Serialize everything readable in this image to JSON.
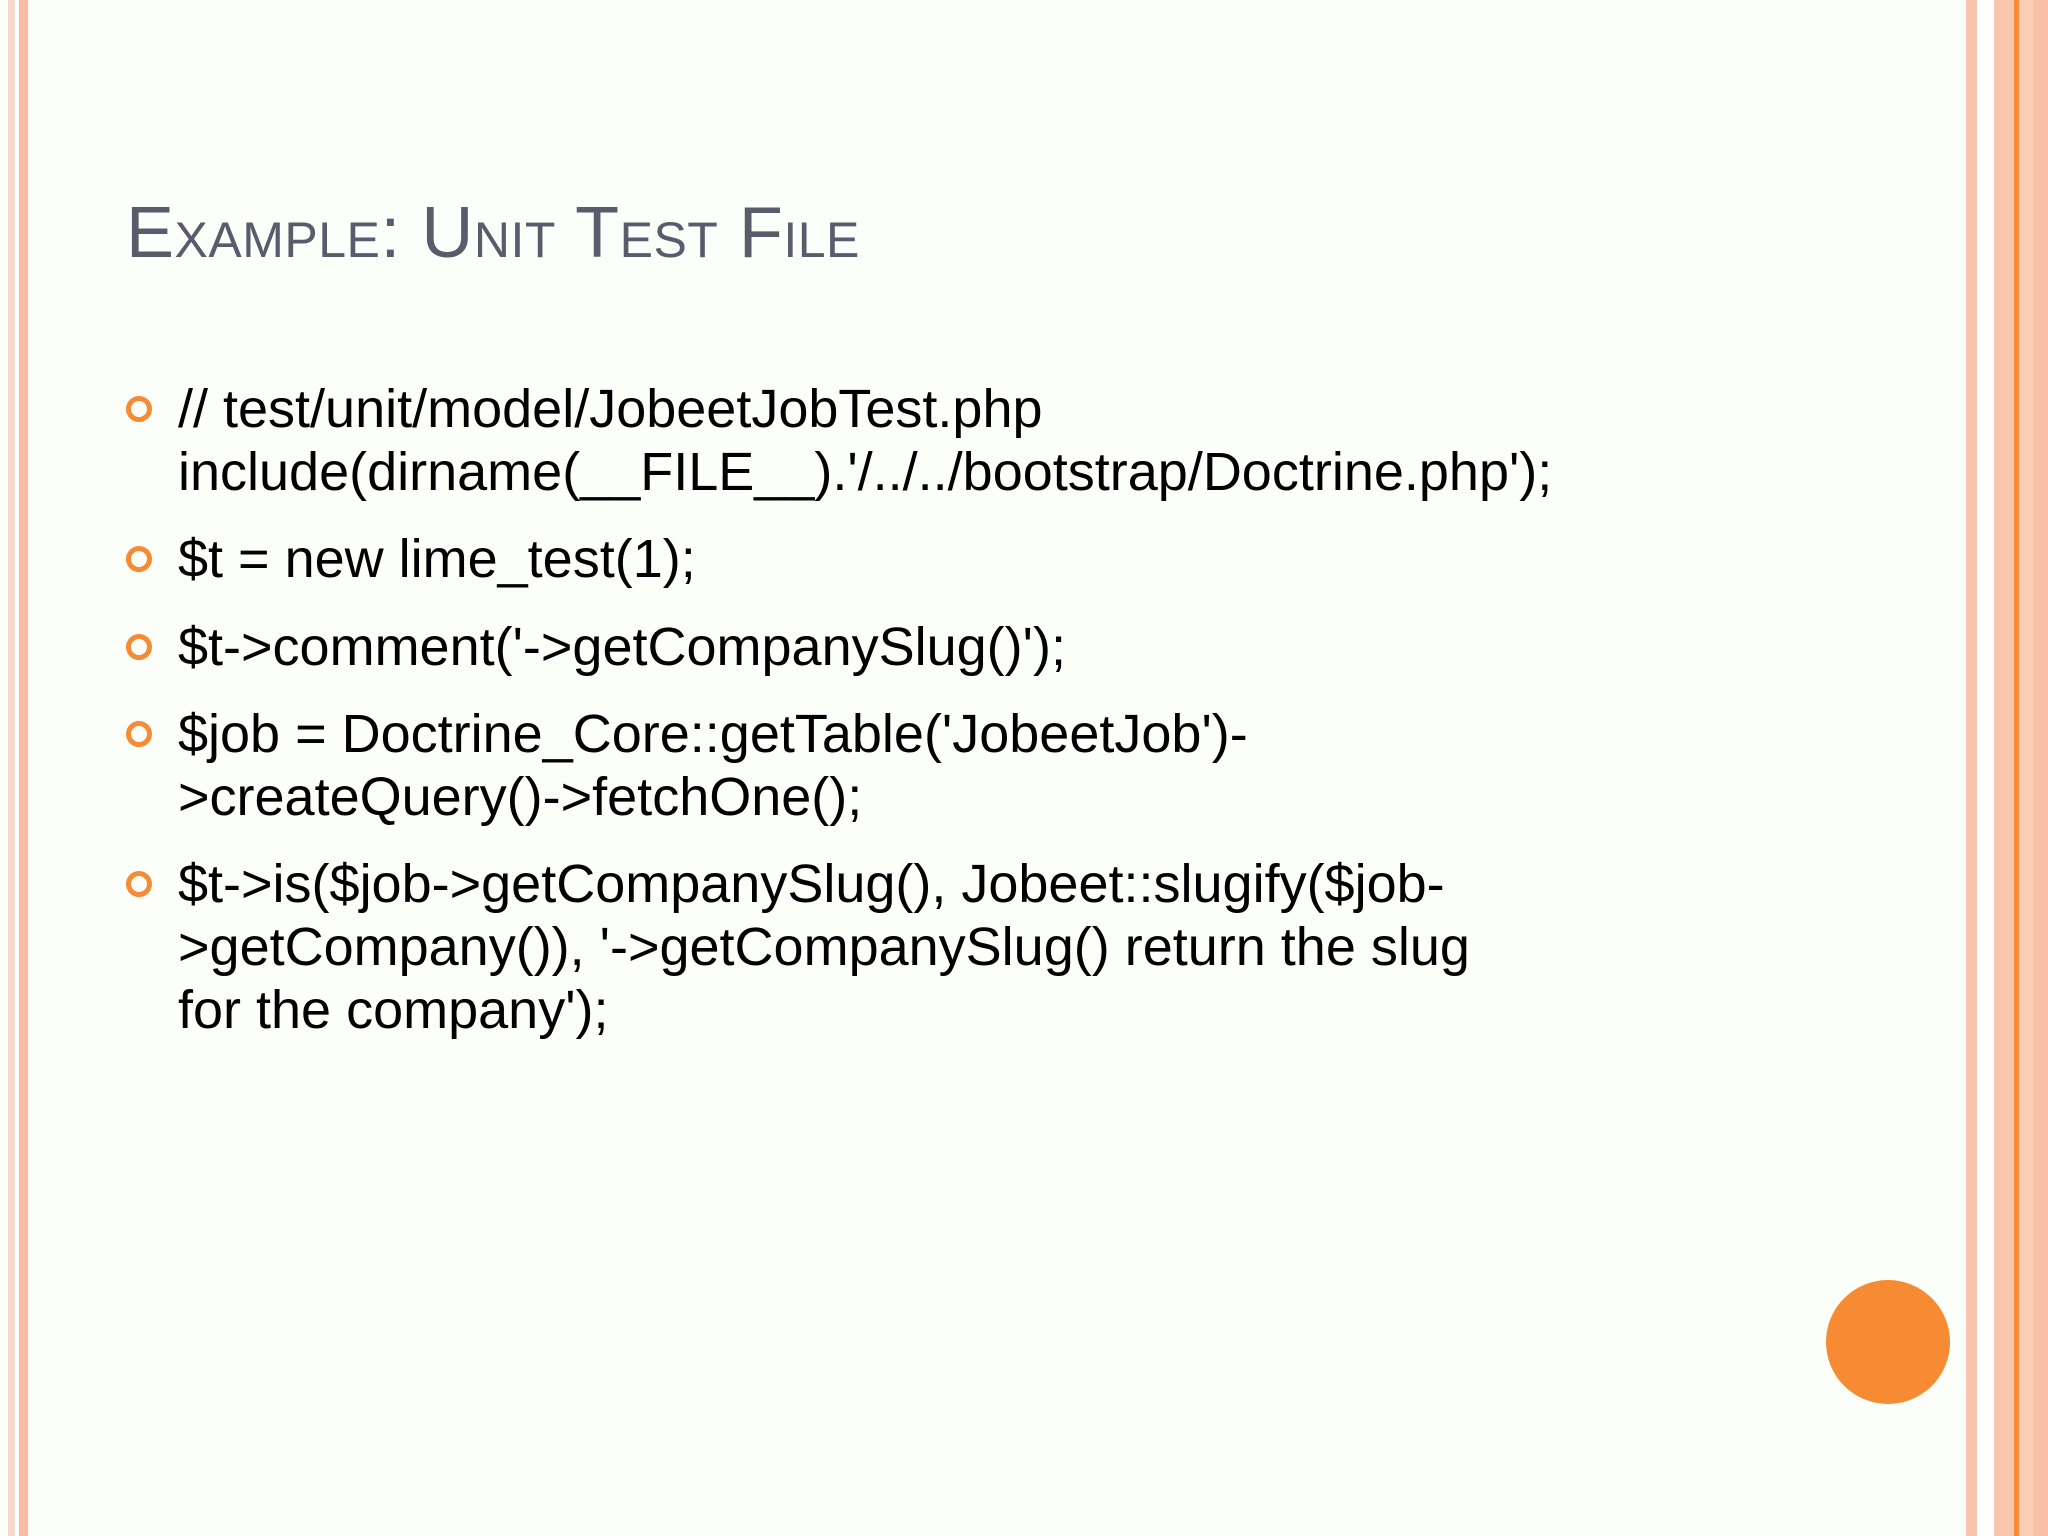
{
  "slide": {
    "title": "Example: Unit Test File",
    "background_color": "#FCFEFA",
    "title_color": "#5A5C6B",
    "accent_color": "#F68B33",
    "border_color": "#F9BCA2",
    "bullets": [
      {
        "text": "// test/unit/model/JobeetJobTest.php include(dirname(__FILE__).'/../../bootstrap/Doctrine.php');"
      },
      {
        "text": "$t = new lime_test(1);"
      },
      {
        "text": "$t->comment('->getCompanySlug()');"
      },
      {
        "text": "$job = Doctrine_Core::getTable('JobeetJob')->createQuery()->fetchOne();"
      },
      {
        "text": "$t->is($job->getCompanySlug(), Jobeet::slugify($job->getCompany()), '->getCompanySlug() return the slug for the company');"
      }
    ]
  }
}
